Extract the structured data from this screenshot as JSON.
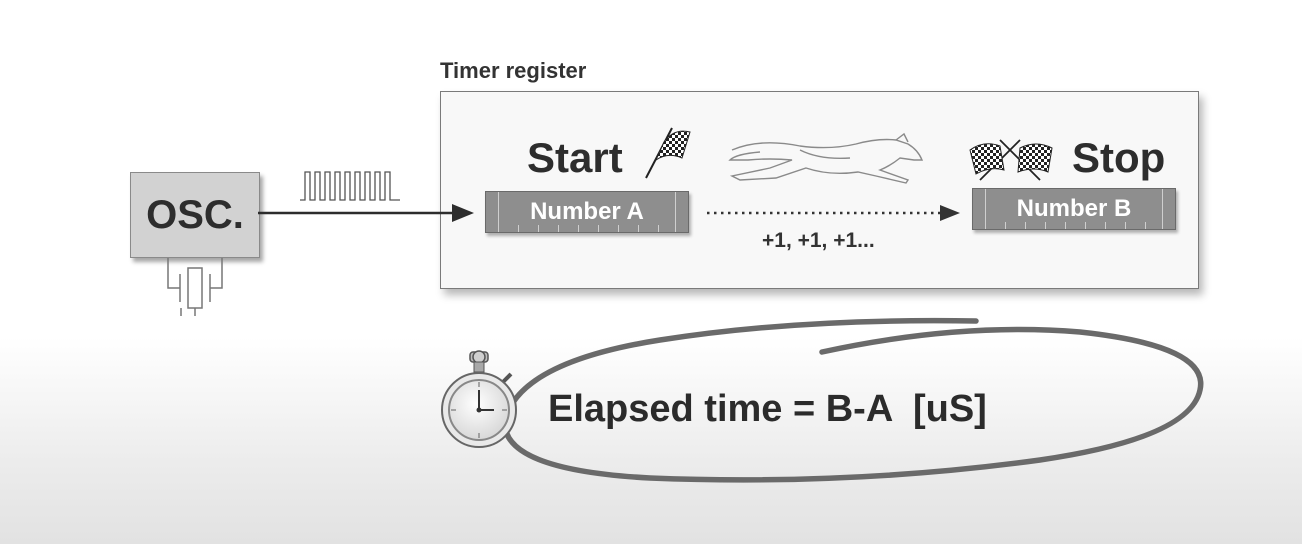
{
  "panel": {
    "title": "Timer register"
  },
  "oscillator": {
    "label": "OSC."
  },
  "start": {
    "label": "Start",
    "register_label": "Number A"
  },
  "stop": {
    "label": "Stop",
    "register_label": "Number B"
  },
  "increment_label": "+1, +1, +1...",
  "formula": "Elapsed time = B-A  [uS]",
  "icons": [
    "clock-signal-icon",
    "crystal-icon",
    "checkered-flag-icon",
    "greyhound-icon",
    "crossed-flags-icon",
    "stopwatch-icon"
  ]
}
